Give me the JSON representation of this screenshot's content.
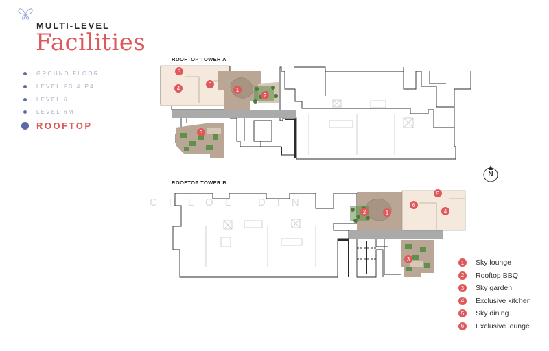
{
  "header": {
    "small_title": "MULTI-LEVEL",
    "big_title": "Facilities"
  },
  "nav": {
    "items": [
      {
        "label": "GROUND FLOOR",
        "active": false
      },
      {
        "label": "LEVEL P3 & P4",
        "active": false
      },
      {
        "label": "LEVEL 6",
        "active": false
      },
      {
        "label": "LEVEL 6M",
        "active": false
      },
      {
        "label": "ROOFTOP",
        "active": true
      }
    ]
  },
  "plans": {
    "tower_a_label": "ROOFTOP TOWER A",
    "tower_b_label": "ROOFTOP TOWER B",
    "watermark": "CHLOE DIN"
  },
  "compass": {
    "icon": "north-compass-icon",
    "letter": "N"
  },
  "legend": {
    "items": [
      {
        "num": "1",
        "label": "Sky lounge"
      },
      {
        "num": "2",
        "label": "Rooftop BBQ"
      },
      {
        "num": "3",
        "label": "Sky garden"
      },
      {
        "num": "4",
        "label": "Exclusive kitchen"
      },
      {
        "num": "5",
        "label": "Sky dining"
      },
      {
        "num": "6",
        "label": "Exclusive lounge"
      }
    ]
  },
  "colors": {
    "accent": "#e0585a",
    "nav": "#5b6aa6",
    "nav_inactive_text": "#a9b0c6",
    "lounge_fill": "#f5e8dc",
    "deck_fill": "#b9a695",
    "garden_fill": "#5f8f4d",
    "corridor_fill": "#a9aaa9"
  }
}
